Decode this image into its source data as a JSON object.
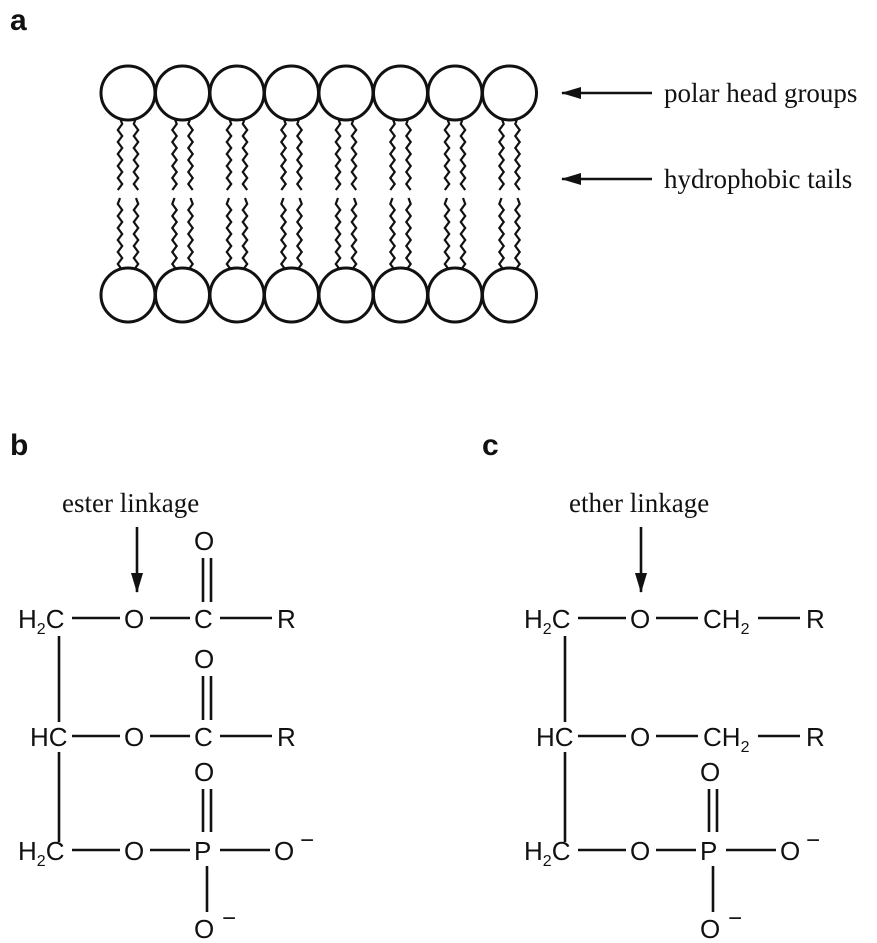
{
  "panels": {
    "a": {
      "label": "a",
      "head_label": "polar head groups",
      "tail_label": "hydrophobic tails",
      "lipid_count": 8
    },
    "b": {
      "label": "b",
      "linkage_label": "ester linkage",
      "atoms": {
        "h2c": "H",
        "h2c_sub": "2",
        "c_suffix": "C",
        "hc": "HC",
        "o": "O",
        "c": "C",
        "r": "R",
        "p": "P",
        "minus": "−"
      }
    },
    "c": {
      "label": "c",
      "linkage_label": "ether linkage",
      "atoms": {
        "h2c": "H",
        "h2c_sub": "2",
        "c_suffix": "C",
        "hc": "HC",
        "o": "O",
        "ch2": "CH",
        "ch2_sub": "2",
        "r": "R",
        "p": "P",
        "minus": "−"
      }
    }
  }
}
